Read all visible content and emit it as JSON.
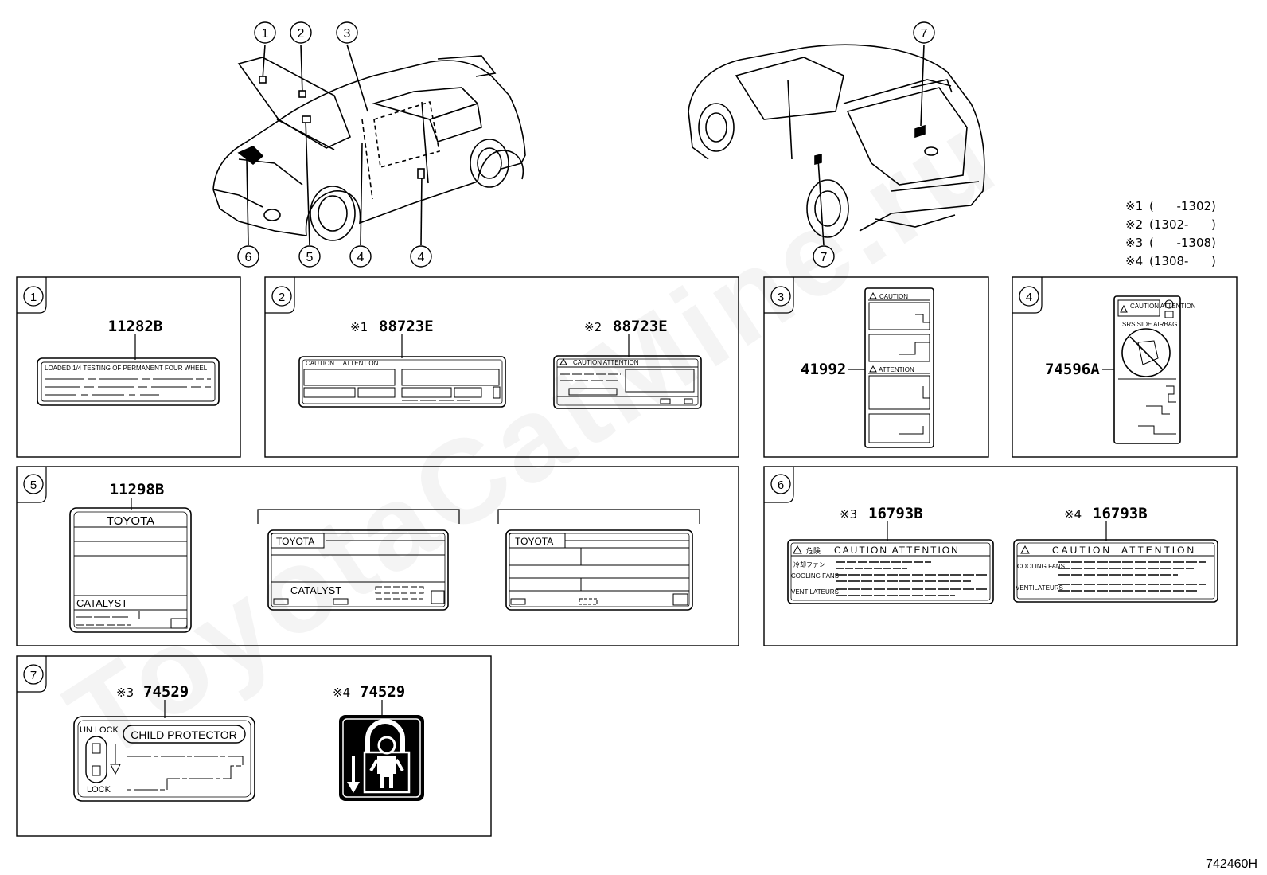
{
  "watermark": "ToyotaCatMine.ru",
  "diagram_code": "742460H",
  "notes": [
    {
      "mark": "※1",
      "text": "(      -1302)"
    },
    {
      "mark": "※2",
      "text": "(1302-      )"
    },
    {
      "mark": "※3",
      "text": "(      -1308)"
    },
    {
      "mark": "※4",
      "text": "(1308-      )"
    }
  ],
  "callouts_front": [
    "1",
    "2",
    "3",
    "6",
    "5",
    "4",
    "4"
  ],
  "callouts_rear": [
    "7",
    "7"
  ],
  "panels": {
    "p1": {
      "num": "1",
      "part": "11282B",
      "label_text": "LOADED 1/4 TESTING OF PERMANENT FOUR WHEEL"
    },
    "p2": {
      "num": "2",
      "part_a_mark": "※1",
      "part_a": "88723E",
      "part_b_mark": "※2",
      "part_b": "88723E",
      "label_a_text": "CAUTION ... ATTENTION ...",
      "label_b_text": "CAUTION  ATTENTION"
    },
    "p3": {
      "num": "3",
      "part": "41992",
      "caution": "CAUTION",
      "attention": "ATTENTION"
    },
    "p4": {
      "num": "4",
      "part": "74596A",
      "header": "CAUTION ATTENTION",
      "subheader": "SRS SIDE AIRBAG"
    },
    "p5": {
      "num": "5",
      "part": "11298B",
      "brand": "TOYOTA",
      "catalyst": "CATALYST"
    },
    "p6": {
      "num": "6",
      "part_a_mark": "※3",
      "part_a": "16793B",
      "part_b_mark": "※4",
      "part_b": "16793B",
      "danger_jp": "危険",
      "caution_attention": "CAUTION  ATTENTION",
      "fan_jp": "冷却ファン",
      "cooling_fans": "COOLING FANS",
      "ventilateurs": "VENTILATEURS"
    },
    "p7": {
      "num": "7",
      "part_a_mark": "※3",
      "part_a": "74529",
      "part_b_mark": "※4",
      "part_b": "74529",
      "unlock": "UN LOCK",
      "lock": "LOCK",
      "child_protector": "CHILD PROTECTOR"
    }
  }
}
